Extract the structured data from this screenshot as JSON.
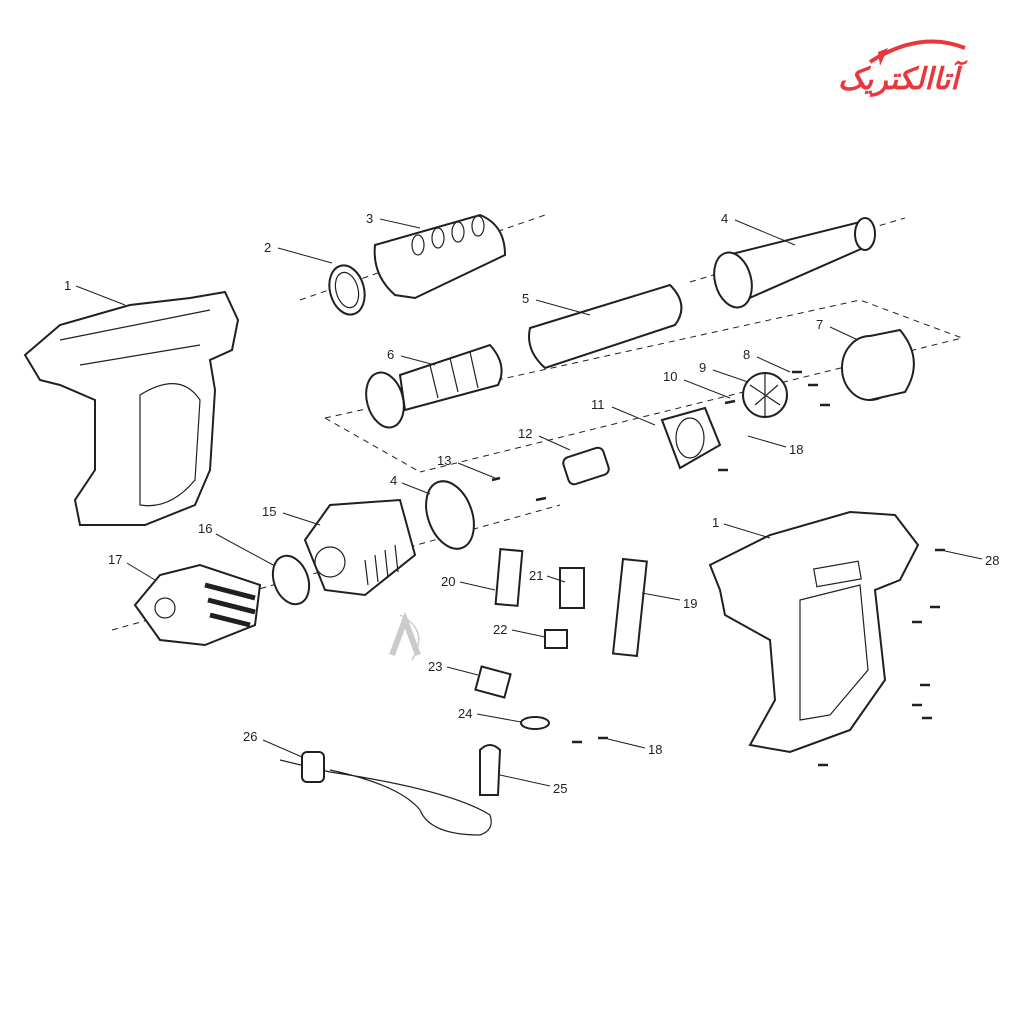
{
  "logo": {
    "text": "آتاالکتریک",
    "color": "#e8383d"
  },
  "watermark": {
    "text": "A"
  },
  "callouts": [
    "1",
    "2",
    "3",
    "4",
    "5",
    "6",
    "7",
    "8",
    "9",
    "10",
    "11",
    "12",
    "13",
    "4",
    "15",
    "16",
    "17",
    "1",
    "28",
    "19",
    "20",
    "21",
    "22",
    "23",
    "24",
    "18",
    "18",
    "26",
    "25"
  ]
}
